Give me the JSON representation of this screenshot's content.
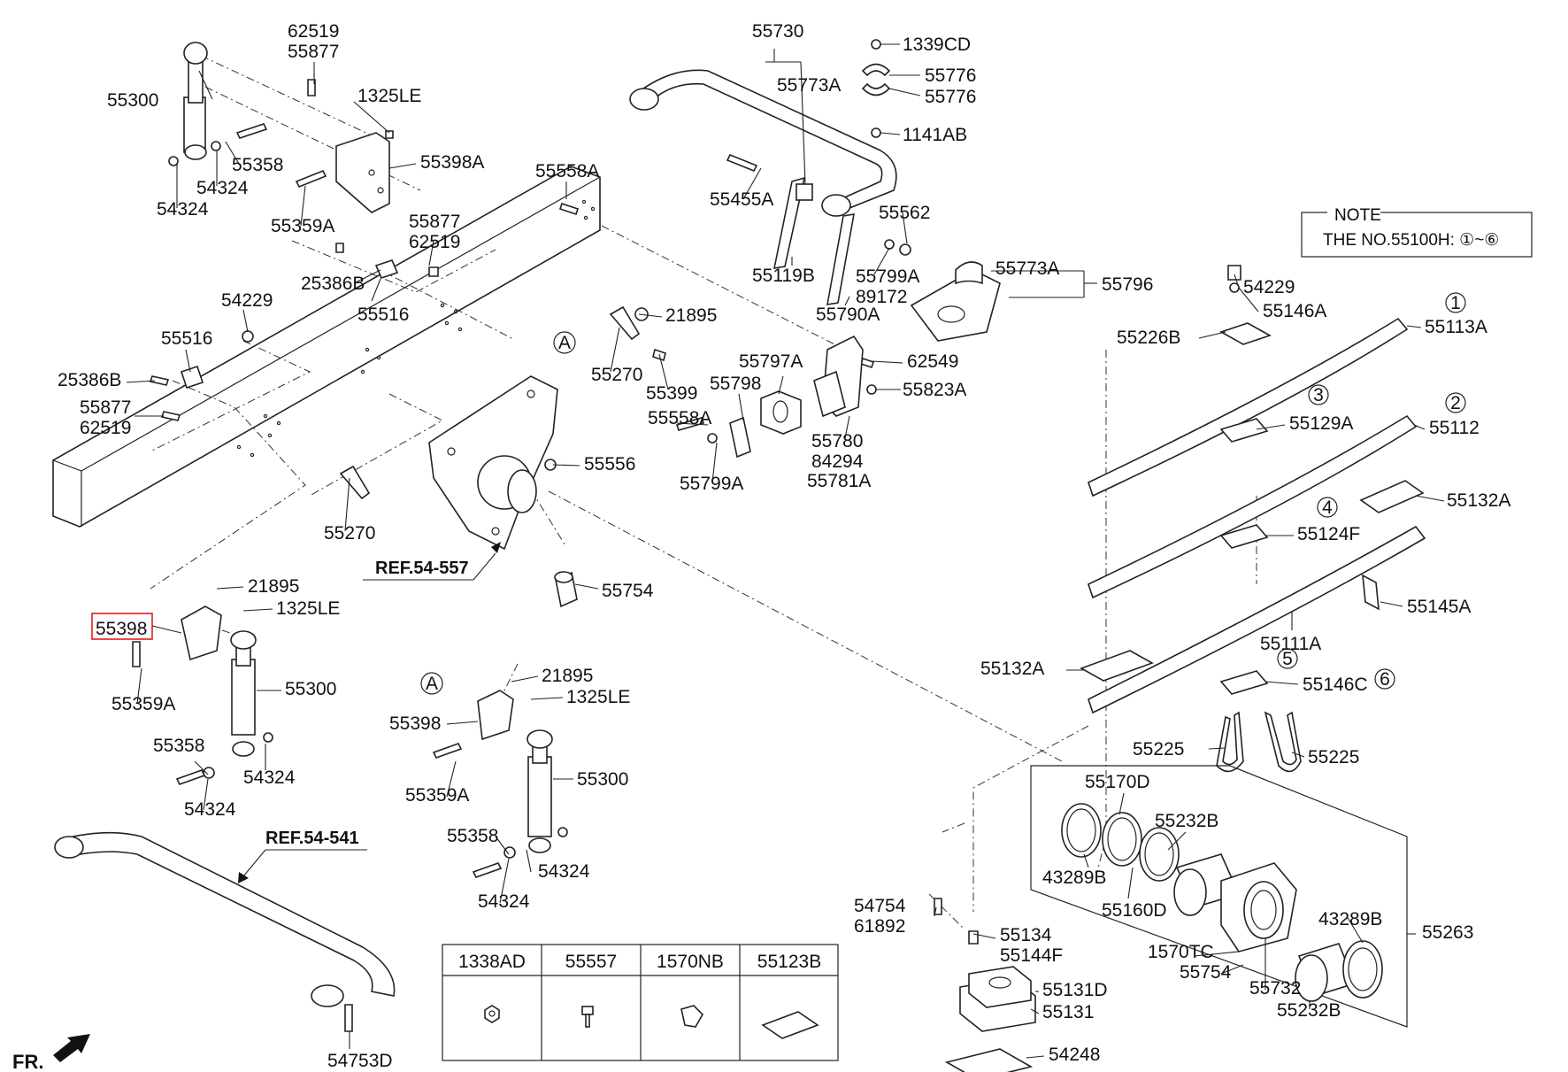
{
  "note": {
    "heading": "NOTE",
    "text": "THE NO.55100H: ①~⑥"
  },
  "refs": {
    "r557": "REF.54-557",
    "r541": "REF.54-541"
  },
  "direction": "FR.",
  "highlighted": "55398",
  "callouts": {
    "A": "A",
    "n1": "1",
    "n2": "2",
    "n3": "3",
    "n4": "4",
    "n5": "5",
    "n6": "6"
  },
  "labels": {
    "p62519a": "62519",
    "p55877a": "55877",
    "p55300a": "55300",
    "p1325LEa": "1325LE",
    "p55358a": "55358",
    "p55398A": "55398A",
    "p54324a": "54324",
    "p54324b": "54324",
    "p55359Aa": "55359A",
    "p55558Aa": "55558A",
    "p55877b": "55877",
    "p62519b": "62519",
    "p25386Ba": "25386B",
    "p55516a": "55516",
    "p54229a": "54229",
    "p55516b": "55516",
    "p25386Bb": "25386B",
    "p55877c": "55877",
    "p62519c": "62519",
    "p21895a": "21895",
    "p55270a": "55270",
    "p55399": "55399",
    "p55556": "55556",
    "p55270b": "55270",
    "p55754a": "55754",
    "p21895b": "21895",
    "p1325LEb": "1325LE",
    "p55359Ab": "55359A",
    "p55300b": "55300",
    "p55358b": "55358",
    "p54324c": "54324",
    "p54324d": "54324",
    "p21895c": "21895",
    "p1325LEc": "1325LE",
    "p55398b": "55398",
    "p55359Ac": "55359A",
    "p55300c": "55300",
    "p55358c": "55358",
    "p54324e": "54324",
    "p54324f": "54324",
    "p54753D": "54753D",
    "p55730": "55730",
    "p55773Aa": "55773A",
    "p1339CD": "1339CD",
    "p55776a": "55776",
    "p55776b": "55776",
    "p1141AB": "1141AB",
    "p55455A": "55455A",
    "p55562": "55562",
    "p55119B": "55119B",
    "p55799Aa": "55799A",
    "p89172": "89172",
    "p55790A": "55790A",
    "p55773Ab": "55773A",
    "p55796": "55796",
    "p55797A": "55797A",
    "p62549": "62549",
    "p55798": "55798",
    "p55823A": "55823A",
    "p55558Ab": "55558A",
    "p55780": "55780",
    "p84294": "84294",
    "p55781A": "55781A",
    "p55799Ab": "55799A",
    "p54229b": "54229",
    "p55146A": "55146A",
    "p55226B": "55226B",
    "p55113A": "55113A",
    "p55129A": "55129A",
    "p55112": "55112",
    "p55132Aa": "55132A",
    "p55124F": "55124F",
    "p55145A": "55145A",
    "p55111A": "55111A",
    "p55132Ab": "55132A",
    "p55146C": "55146C",
    "p55225a": "55225",
    "p55225b": "55225",
    "p55170D": "55170D",
    "p55232Ba": "55232B",
    "p43289Ba": "43289B",
    "p55160D": "55160D",
    "p43289Bb": "43289B",
    "p55263": "55263",
    "p54754a": "54754",
    "p61892": "61892",
    "p55134": "55134",
    "p55144F": "55144F",
    "p1570TC": "1570TC",
    "p55754b": "55754",
    "p55732": "55732",
    "p55131D": "55131D",
    "p55232Bb": "55232B",
    "p55131": "55131",
    "p54248": "54248"
  },
  "legend": [
    {
      "code": "1338AD",
      "icon": "nut-icon"
    },
    {
      "code": "55557",
      "icon": "bolt-icon"
    },
    {
      "code": "1570NB",
      "icon": "clip-icon"
    },
    {
      "code": "55123B",
      "icon": "plate-icon"
    }
  ]
}
